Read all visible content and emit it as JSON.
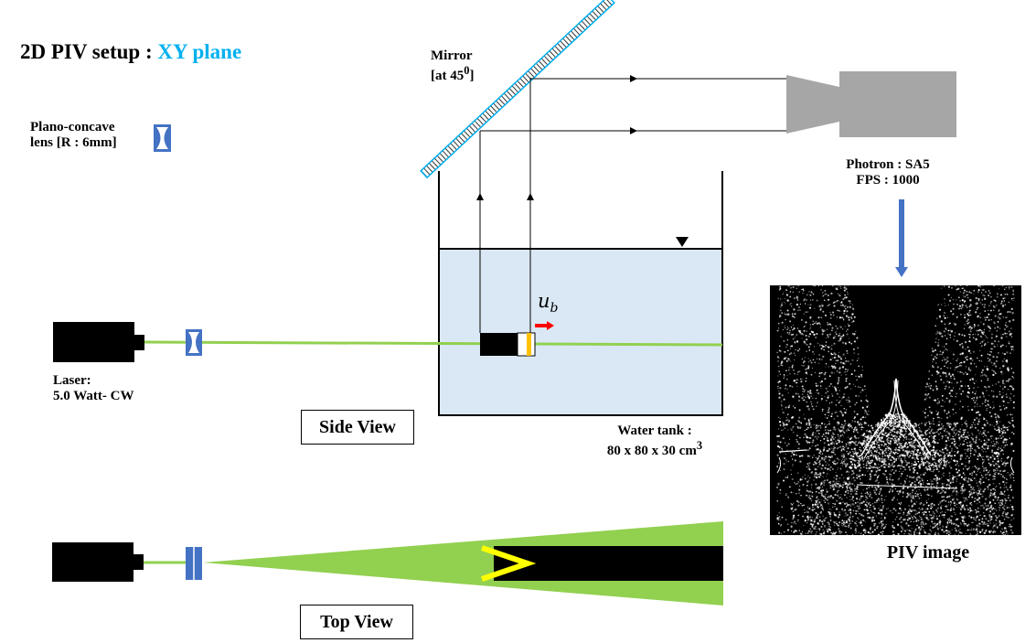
{
  "title": {
    "prefix": "2D PIV setup : ",
    "plane": "XY plane"
  },
  "labels": {
    "lens_line1": "Plano-concave",
    "lens_line2": "lens [R : 6mm]",
    "mirror_line1": "Mirror",
    "mirror_line2_prefix": "[at 45",
    "mirror_line2_sup": "0",
    "mirror_line2_suffix": "]",
    "camera_line1": "Photron : SA5",
    "camera_line2": "FPS : 1000",
    "laser_line1": "Laser:",
    "laser_line2": "5.0 Watt- CW",
    "tank_line1": "Water tank :",
    "tank_line2_prefix": "80 x 80 x 30 cm",
    "tank_line2_sup": "3",
    "piv_image": "PIV image",
    "side_view": "Side View",
    "top_view": "Top View",
    "velocity_symbol": "u",
    "velocity_subscript": "b"
  },
  "colors": {
    "accent_text": "#00b0f0",
    "laser_sheet": "#92d050",
    "water": "#dae8f5",
    "lens": "#4472c4",
    "camera_body": "#a6a6a6",
    "camera_lens": "#a6a6a6",
    "velocity_arrow": "#ff0000",
    "yellow_marker": "#ffc000",
    "top_view_marker": "#ffff00",
    "mirror_fill": "#ffffff",
    "mirror_edge": "#00b0f0"
  },
  "icons": {
    "lens": "plano-concave-lens-icon",
    "laser": "laser-device-icon",
    "camera": "high-speed-camera-icon",
    "mirror": "mirror-icon",
    "free_surface": "water-surface-triangle-icon"
  }
}
